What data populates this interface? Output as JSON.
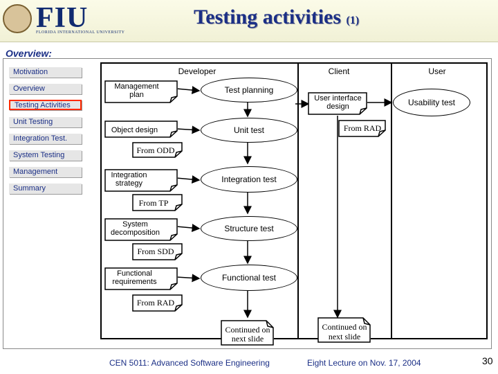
{
  "header": {
    "logo_text": "FIU",
    "logo_subtext": "FLORIDA INTERNATIONAL UNIVERSITY",
    "title": "Testing activities",
    "title_suffix": "(1)"
  },
  "sidebar": {
    "heading": "Overview:",
    "items": [
      {
        "label": "Motivation"
      },
      {
        "label": "Overview"
      },
      {
        "label": "Testing Activities",
        "active": true
      },
      {
        "label": "Unit Testing"
      },
      {
        "label": "Integration Test."
      },
      {
        "label": "System Testing"
      },
      {
        "label": "Management"
      },
      {
        "label": "Summary"
      }
    ]
  },
  "diagram": {
    "lanes": {
      "developer": "Developer",
      "client": "Client",
      "user": "User"
    },
    "docs": {
      "management_plan": "Management plan",
      "object_design": "Object design",
      "from_odd": "From ODD",
      "integration_strategy": "Integration strategy",
      "from_tp": "From TP",
      "system_decomposition": "System decomposition",
      "from_sdd": "From SDD",
      "functional_requirements": "Functional requirements",
      "from_rad_dev": "From RAD",
      "continued_dev": "Continued on next slide",
      "ui_design": "User interface design",
      "from_rad_client": "From RAD",
      "continued_client": "Continued on next slide"
    },
    "activities": {
      "test_planning": "Test planning",
      "unit_test": "Unit test",
      "integration_test": "Integration test",
      "structure_test": "Structure test",
      "functional_test": "Functional test",
      "usability_test": "Usability test"
    }
  },
  "footer": {
    "course": "CEN 5011: Advanced Software Engineering",
    "lecture": "Eight Lecture on Nov. 17, 2004",
    "page": "30"
  },
  "colors": {
    "title": "#1b2f86",
    "active_border": "#ff2a00",
    "nav_bg": "#e6e6e6"
  }
}
